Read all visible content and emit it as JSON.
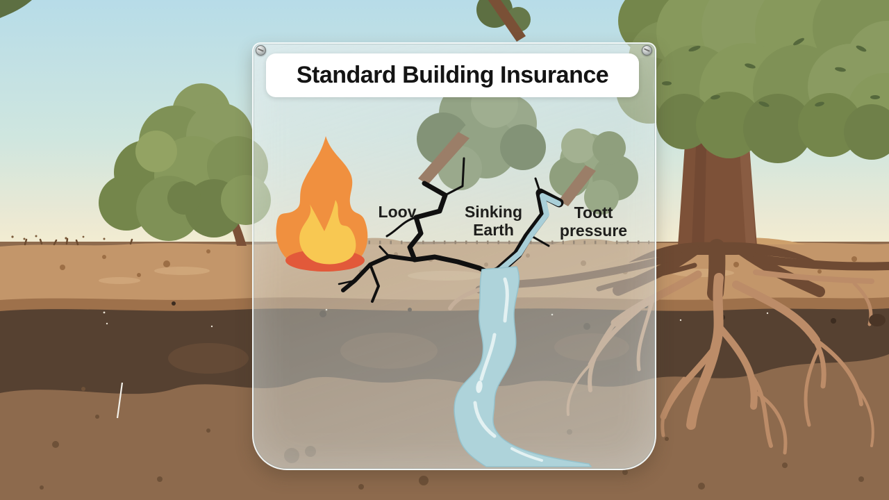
{
  "panel": {
    "title": "Standard Building Insurance"
  },
  "labels": {
    "fire": "Loov",
    "sinking_line1": "Sinking",
    "sinking_line2": "Earth",
    "root_line1": "Toott",
    "root_line2": "pressure"
  },
  "icons": [
    "fire-icon",
    "crack-icon",
    "water-leak-icon",
    "falling-tree-icon",
    "tree-icon",
    "roots-icon",
    "screw-icon",
    "rock-icon",
    "branch-icon"
  ],
  "colors": {
    "sky_top": "#b7dce8",
    "sky_horizon": "#f5eed1",
    "topsoil": "#c3966a",
    "soil_band": "#9e714b",
    "dark_soil": "#564131",
    "subsoil": "#8d6a4d",
    "foliage": "#87995c",
    "foliage_dark": "#74864b",
    "muted_foliage": "#93a385",
    "trunk": "#7d5138",
    "root_light": "#bc8c68",
    "root_dark": "#6e4a33",
    "flame_outer": "#f0903f",
    "flame_inner": "#f8c852",
    "flame_base": "#e2593a",
    "water": "#aed3da",
    "water_highlight": "#e6f3f4",
    "crack": "#101010",
    "glass_tint": "rgba(222,231,230,0.55)",
    "title_bg": "#ffffff",
    "text": "#1e1e1c"
  }
}
